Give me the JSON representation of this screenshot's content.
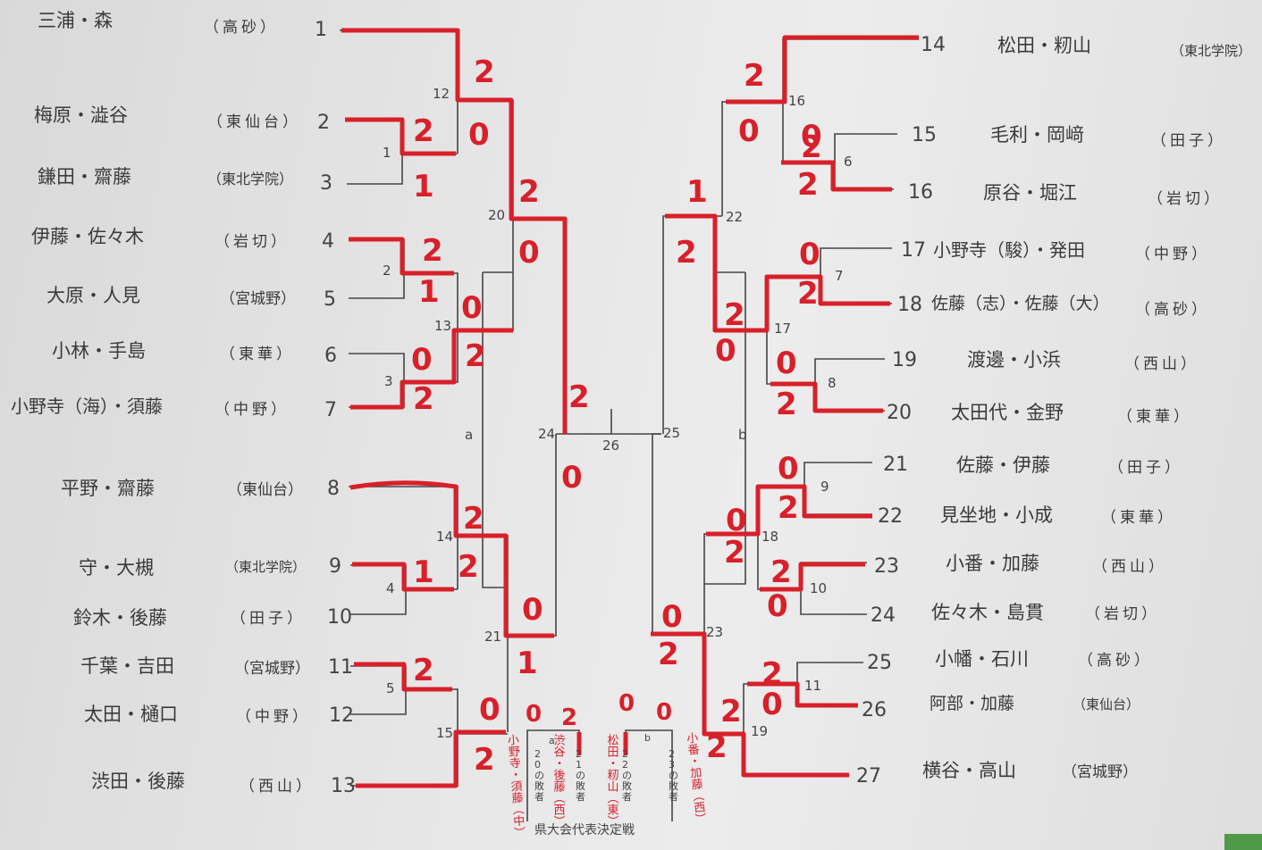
{
  "left_entries": [
    {
      "seed": "1",
      "name": "三浦・森",
      "club": "（高砂）"
    },
    {
      "seed": "2",
      "name": "梅原・澁谷",
      "club": "（東仙台）"
    },
    {
      "seed": "3",
      "name": "鎌田・齋藤",
      "club": "（東北学院）"
    },
    {
      "seed": "4",
      "name": "伊藤・佐々木",
      "club": "（岩切）"
    },
    {
      "seed": "5",
      "name": "大原・人見",
      "club": "（宮城野）"
    },
    {
      "seed": "6",
      "name": "小林・手島",
      "club": "（東華）"
    },
    {
      "seed": "7",
      "name": "小野寺（海）・須藤",
      "club": "（中野）"
    },
    {
      "seed": "8",
      "name": "平野・齋藤",
      "club": "（東仙台）"
    },
    {
      "seed": "9",
      "name": "守・大槻",
      "club": "（東北学院）"
    },
    {
      "seed": "10",
      "name": "鈴木・後藤",
      "club": "（田子）"
    },
    {
      "seed": "11",
      "name": "千葉・吉田",
      "club": "（宮城野）"
    },
    {
      "seed": "12",
      "name": "太田・樋口",
      "club": "（中野）"
    },
    {
      "seed": "13",
      "name": "渋田・後藤",
      "club": "（西山）"
    }
  ],
  "right_entries": [
    {
      "seed": "14",
      "name": "松田・籾山",
      "club": "（東北学院）"
    },
    {
      "seed": "15",
      "name": "毛利・岡﨑",
      "club": "（田子）"
    },
    {
      "seed": "16",
      "name": "原谷・堀江",
      "club": "（岩切）"
    },
    {
      "seed": "17",
      "name": "小野寺（駿）・発田",
      "club": "（中野）"
    },
    {
      "seed": "18",
      "name": "佐藤（志）・佐藤（大）",
      "club": "（高砂）"
    },
    {
      "seed": "19",
      "name": "渡邊・小浜",
      "club": "（西山）"
    },
    {
      "seed": "20",
      "name": "太田代・金野",
      "club": "（東華）"
    },
    {
      "seed": "21",
      "name": "佐藤・伊藤",
      "club": "（田子）"
    },
    {
      "seed": "22",
      "name": "見坐地・小成",
      "club": "（東華）"
    },
    {
      "seed": "23",
      "name": "小番・加藤",
      "club": "（西山）"
    },
    {
      "seed": "24",
      "name": "佐々木・島貫",
      "club": "（岩切）"
    },
    {
      "seed": "25",
      "name": "小幡・石川",
      "club": "（高砂）"
    },
    {
      "seed": "26",
      "name": "阿部・加藤",
      "club": "（東仙台）"
    },
    {
      "seed": "27",
      "name": "横谷・高山",
      "club": "（宮城野）"
    }
  ],
  "match_numbers": [
    "1",
    "2",
    "3",
    "4",
    "5",
    "6",
    "7",
    "8",
    "9",
    "10",
    "11",
    "12",
    "13",
    "14",
    "15",
    "16",
    "17",
    "18",
    "19",
    "20",
    "21",
    "22",
    "23",
    "24",
    "25",
    "26",
    "a",
    "b"
  ],
  "scores": [
    "2",
    "0",
    "2",
    "1",
    "2",
    "0",
    "2",
    "1",
    "0",
    "2",
    "0",
    "2",
    "2",
    "0",
    "2",
    "1",
    "2",
    "0",
    "2",
    "1",
    "0",
    "2",
    "2",
    "1",
    "0",
    "2",
    "0",
    "2",
    "1",
    "2",
    "0",
    "2",
    "0",
    "2",
    "0",
    "2",
    "0",
    "2",
    "0",
    "2",
    "2",
    "0",
    "0",
    "2",
    "2",
    "0",
    "0",
    "2",
    "1",
    "2",
    "0",
    "2",
    "2",
    "1",
    "0"
  ],
  "consolation": {
    "a_top": "2\n0\nの\n敗\n者",
    "a_top2": "2\n1\nの\n敗\n者",
    "b_top": "2\n2\nの\n敗\n者",
    "b_top2": "2\n3\nの\n敗\n者",
    "title": "県大会代表決定戦"
  },
  "handwritten": [
    "小野寺・須藤（中）",
    "渋谷・後藤（西）",
    "松田・籾山（東）",
    "小番・加藤（西）"
  ],
  "colors": {
    "ink": "#d8202a",
    "print": "#444444"
  }
}
